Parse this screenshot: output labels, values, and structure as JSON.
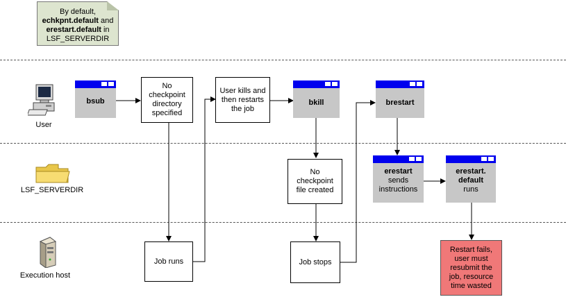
{
  "note": {
    "line1": "By default,",
    "line2_bold": "echkpnt.default",
    "line2_rest": " and",
    "line3_bold": "erestart.default",
    "line3_rest": "  in",
    "line4": "LSF_SERVERDIR"
  },
  "lanes": {
    "user": "User",
    "serverdir": "LSF_SERVERDIR",
    "exec_host": "Execution host"
  },
  "commands": {
    "bsub": "bsub",
    "bkill": "bkill",
    "brestart": "brestart",
    "erestart_title": "erestart",
    "erestart_line2": "sends",
    "erestart_line3": "instructions",
    "erestart_default_line1": "erestart.",
    "erestart_default_line2": "default",
    "erestart_default_line3": "runs"
  },
  "boxes": {
    "no_checkpoint_dir": "No checkpoint directory specified",
    "user_kills": "User kills and then restarts the job",
    "no_checkpoint_file": "No checkpoint file created",
    "job_runs": "Job runs",
    "job_stops": "Job stops",
    "restart_fails": "Restart fails, user must resubmit the job, resource time wasted"
  },
  "icons": [
    "computer-icon",
    "folder-icon",
    "server-icon"
  ],
  "colors": {
    "titlebar": "#0000ee",
    "window": "#c7c7c7",
    "note": "#dde5cf",
    "failure": "#f07878"
  }
}
